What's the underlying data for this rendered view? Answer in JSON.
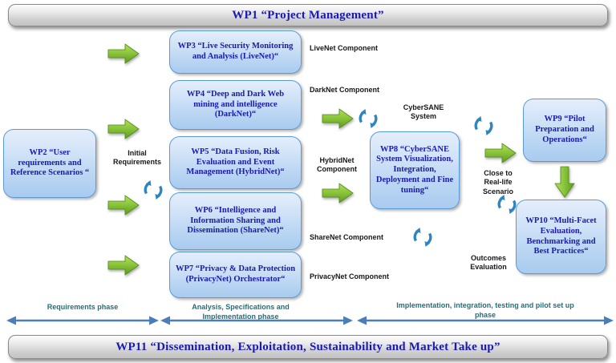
{
  "diagram": {
    "title_bar_top": "WP1 “Project Management”",
    "title_bar_bottom": "WP11 “Dissemination, Exploitation, Sustainability and Market Take up”",
    "accent_colors": {
      "box_fill": "#bcd7f3",
      "box_border": "#5b9bd5",
      "box_text": "#1a1ab0",
      "banner_fill": "#cfcfcf",
      "green_arrow": "#8cc63e",
      "cycle_icon": "#2e86c1",
      "phase_text": "#1f6f7a",
      "phase_arrow": "#4a7ebb"
    }
  },
  "work_packages": {
    "wp2": "WP2 “User requirements and Reference Scenarios “",
    "wp3": "WP3 “Live Security Monitoring and Analysis (LiveNet)“",
    "wp4": "WP4 “Deep and Dark Web mining and intelligence (DarkNet)“",
    "wp5": "WP5 “Data Fusion, Risk Evaluation and Event Management (HybridNet)“",
    "wp6": "WP6 “Intelligence and Information Sharing and Dissemination (ShareNet)“",
    "wp7": "WP7 “Privacy & Data Protection (PrivacyNet) Orchestrator“",
    "wp8": "WP8 “CyberSANE System Visualization, Integration, Deployment and Fine tuning“",
    "wp9": "WP9 “Pilot Preparation and Operations“",
    "wp10": "WP10 “Multi-Facet Evaluation, Benchmarking and Best Practices“"
  },
  "flow_labels": {
    "initial_requirements": "Initial\nRequirements",
    "livenet_component": "LiveNet  Component",
    "darknet_component": "DarkNet  Component",
    "hybridnet_component": "HybridNet\nComponent",
    "sharenet_component": "ShareNet  Component",
    "privacynet_component": "PrivacyNet  Component",
    "cybersane_system": "CyberSANE\nSystem",
    "close_to_real_life": "Close to\nReal-life\nScenario",
    "outcomes_evaluation": "Outcomes\nEvaluation"
  },
  "phases": [
    {
      "label": "Requirements phase"
    },
    {
      "label": "Analysis, Specifications  and\nImplementation phase"
    },
    {
      "label": "Implementation, integration, testing and pilot set up\nphase"
    }
  ]
}
